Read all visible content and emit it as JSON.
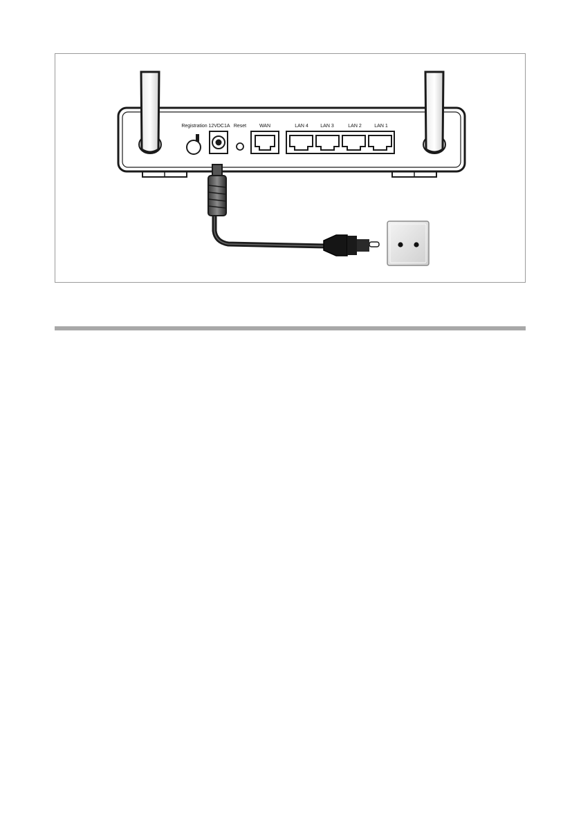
{
  "figure": {
    "port_labels": {
      "registration": "Registration",
      "power": "12VDC1A",
      "reset": "Reset",
      "wan": "WAN",
      "lan4": "LAN 4",
      "lan3": "LAN 3",
      "lan2": "LAN 2",
      "lan1": "LAN 1"
    },
    "colors": {
      "router_outline": "#1a1a1a",
      "cable": "#1c1c1c",
      "outlet_fill": "#e2e2e2",
      "frame_border": "#9a9a9a",
      "section_rule": "#a8a8a8"
    }
  }
}
